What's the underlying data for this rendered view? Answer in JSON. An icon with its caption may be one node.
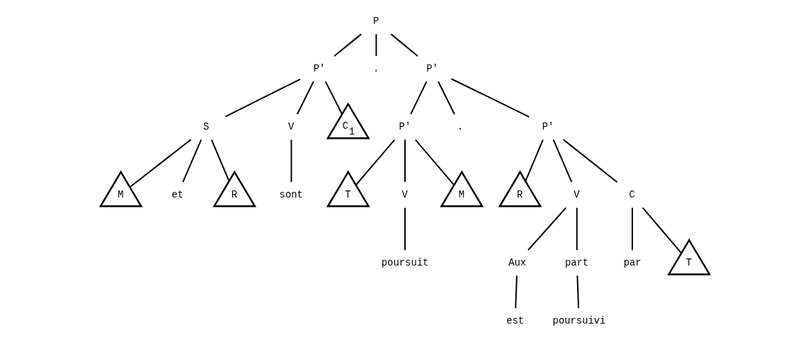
{
  "diagram": {
    "nodes": [
      {
        "text": [
          "P"
        ]
      },
      {
        "text": [
          "P'"
        ]
      },
      {
        "text": [
          "."
        ]
      },
      {
        "text": [
          "P'"
        ]
      },
      {
        "text": [
          "S"
        ]
      },
      {
        "text": [
          "V"
        ]
      },
      {
        "text": [
          "C$_{1}$"
        ]
      },
      {
        "text": [
          "P'"
        ]
      },
      {
        "text": [
          "."
        ]
      },
      {
        "text": [
          "P'"
        ]
      },
      {
        "text": [
          "M"
        ]
      },
      {
        "text": [
          "et"
        ]
      },
      {
        "text": [
          "R"
        ]
      },
      {
        "text": [
          "sont"
        ]
      },
      {
        "text": [
          "T"
        ]
      },
      {
        "text": [
          "V"
        ]
      },
      {
        "text": [
          "M"
        ]
      },
      {
        "text": [
          "R"
        ]
      },
      {
        "text": [
          "V"
        ]
      },
      {
        "text": [
          "C"
        ]
      },
      {
        "text": [
          "poursuit"
        ]
      },
      {
        "text": [
          "Aux"
        ]
      },
      {
        "text": [
          "part"
        ]
      },
      {
        "text": [
          "par"
        ]
      },
      {
        "text": [
          "T"
        ]
      },
      {
        "text": [
          "est"
        ]
      },
      {
        "text": [
          "poursuivi"
        ]
      }
    ],
    "edges": [
      {
        "from": 0,
        "to": 1,
        "arrow": "none"
      },
      {
        "from": 0,
        "to": 2,
        "arrow": "none"
      },
      {
        "from": 0,
        "to": 3,
        "arrow": "none"
      },
      {
        "from": 1,
        "to": 4,
        "arrow": "none"
      },
      {
        "from": 1,
        "to": 5,
        "arrow": "none"
      },
      {
        "from": 1,
        "to": 6,
        "arrow": "none"
      },
      {
        "from": 3,
        "to": 7,
        "arrow": "none"
      },
      {
        "from": 3,
        "to": 8,
        "arrow": "none"
      },
      {
        "from": 3,
        "to": 9,
        "arrow": "none"
      },
      {
        "from": 4,
        "to": 10,
        "arrow": "none"
      },
      {
        "from": 4,
        "to": 11,
        "arrow": "none"
      },
      {
        "from": 4,
        "to": 12,
        "arrow": "none"
      },
      {
        "from": 5,
        "to": 13,
        "arrow": "none"
      },
      {
        "from": 7,
        "to": 14,
        "arrow": "none"
      },
      {
        "from": 7,
        "to": 15,
        "arrow": "none"
      },
      {
        "from": 7,
        "to": 16,
        "arrow": "none"
      },
      {
        "from": 15,
        "to": 20,
        "arrow": "none"
      },
      {
        "from": 9,
        "to": 17,
        "arrow": "none"
      },
      {
        "from": 9,
        "to": 18,
        "arrow": "none"
      },
      {
        "from": 9,
        "to": 19,
        "arrow": "none"
      },
      {
        "from": 18,
        "to": 21,
        "arrow": "none"
      },
      {
        "from": 18,
        "to": 22,
        "arrow": "none"
      },
      {
        "from": 19,
        "to": 23,
        "arrow": "none"
      },
      {
        "from": 19,
        "to": 24,
        "arrow": "none"
      },
      {
        "from": 21,
        "to": 25,
        "arrow": "none"
      },
      {
        "from": 22,
        "to": 26,
        "arrow": "none"
      }
    ]
  }
}
